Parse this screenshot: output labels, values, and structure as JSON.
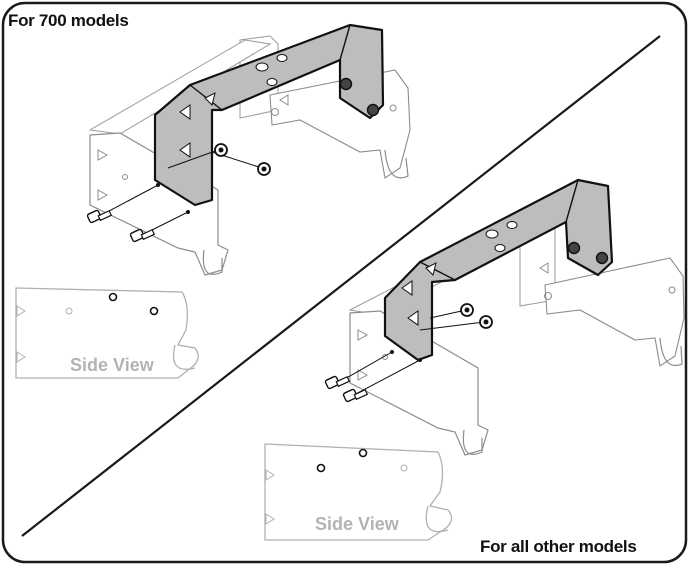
{
  "labels": {
    "top_left": "For 700 models",
    "bottom_right": "For all other models"
  },
  "side_view": {
    "panel_1": "Side View",
    "panel_2": "Side View"
  },
  "colors": {
    "frame": "#1a1a1a",
    "outline_light": "#8c8c8c",
    "bracket_fill": "#bdbdbd",
    "bracket_edge": "#111111",
    "side_view_text": "#b3b3b3"
  }
}
